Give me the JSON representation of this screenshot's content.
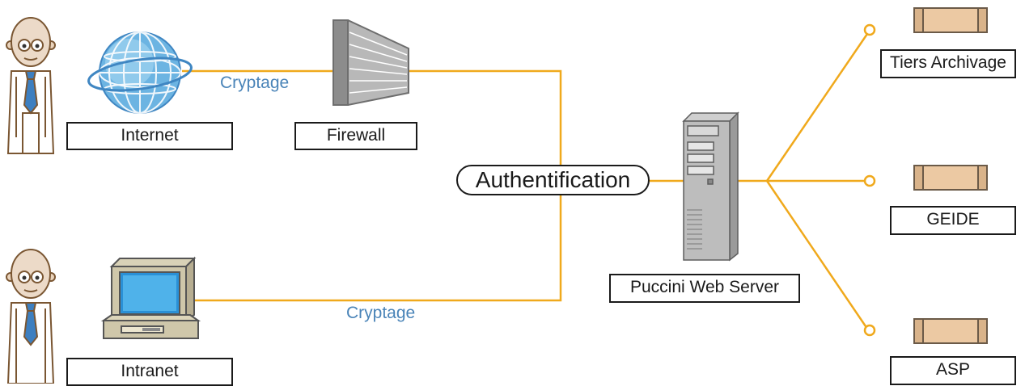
{
  "nodes": {
    "internet": "Internet",
    "firewall": "Firewall",
    "intranet": "Intranet",
    "authentication": "Authentification",
    "web_server": "Puccini Web Server",
    "tiers_archivage": "Tiers Archivage",
    "geide": "GEIDE",
    "asp": "ASP"
  },
  "links": {
    "internet_firewall": "Cryptage",
    "intranet_auth": "Cryptage"
  },
  "colors": {
    "connector": "#f0a91c",
    "link_label": "#4a84b8",
    "globe": "#5aa8dc",
    "database": "#ecc9a3"
  }
}
